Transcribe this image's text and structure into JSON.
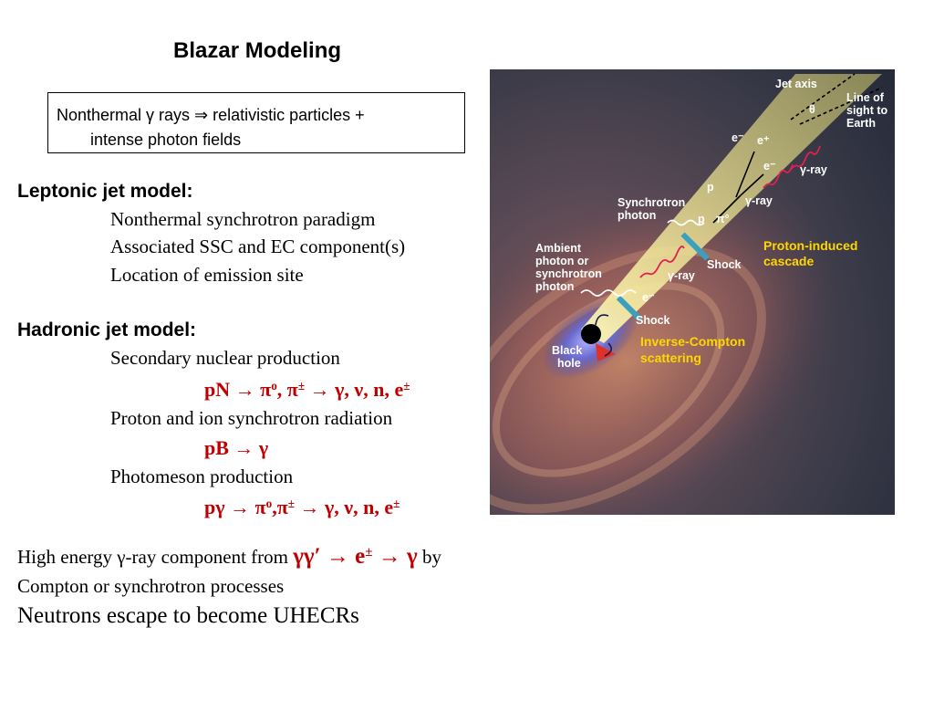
{
  "title": "Blazar Modeling",
  "box": {
    "line1": "Nonthermal  γ rays ⇒ relativistic particles +",
    "line2": "intense photon fields"
  },
  "leptonic": {
    "heading": "Leptonic jet model:",
    "items": [
      "Nonthermal synchrotron paradigm",
      "Associated SSC and EC component(s)",
      "Location of emission site"
    ]
  },
  "hadronic": {
    "heading": "Hadronic jet model:",
    "item1": "Secondary nuclear production",
    "eq1": {
      "main": "pN → π",
      "sup1": "o",
      "mid": ", π",
      "sup2": "±",
      "rest": " → γ, ν, n, e",
      "sup3": "±"
    },
    "item2": "Proton and ion synchrotron radiation",
    "eq2": "pB → γ",
    "item3": "Photomeson production",
    "eq3": {
      "main": "pγ → π",
      "sup1": "o",
      "mid": ",π",
      "sup2": "±",
      "rest": " → γ, ν, n, e",
      "sup3": "±"
    }
  },
  "bottom": {
    "line1_pre": "High energy γ-ray component from ",
    "line1_eq_a": "γγ′ → e",
    "line1_eq_sup": "±",
    "line1_eq_b": " → γ",
    "line1_post": " by",
    "line2": "Compton or synchrotron processes",
    "line3": "Neutrons escape to become UHECRs"
  },
  "figure": {
    "labels": {
      "jet_axis": "Jet axis",
      "los1": "Line of",
      "los2": "sight to",
      "los3": "Earth",
      "theta": "θ",
      "sync1": "Synchrotron",
      "sync2": "photon",
      "amb1": "Ambient",
      "amb2": "photon or",
      "amb3": "synchrotron",
      "amb4": "photon",
      "shock_upper": "Shock",
      "shock_lower": "Shock",
      "bh1": "Black",
      "bh2": "hole",
      "pic1": "Proton-induced",
      "pic2": "cascade",
      "ic1": "Inverse-Compton",
      "ic2": "scattering",
      "gray1": "γ-ray",
      "gray2": "γ-ray",
      "gray3": "γ-ray",
      "e_minus_top": "e⁻",
      "e_plus": "e⁺",
      "e_minus_mid": "e⁻",
      "e_minus_low": "e⁻",
      "p1": "p",
      "p2": "p",
      "pi0": "π°"
    }
  }
}
